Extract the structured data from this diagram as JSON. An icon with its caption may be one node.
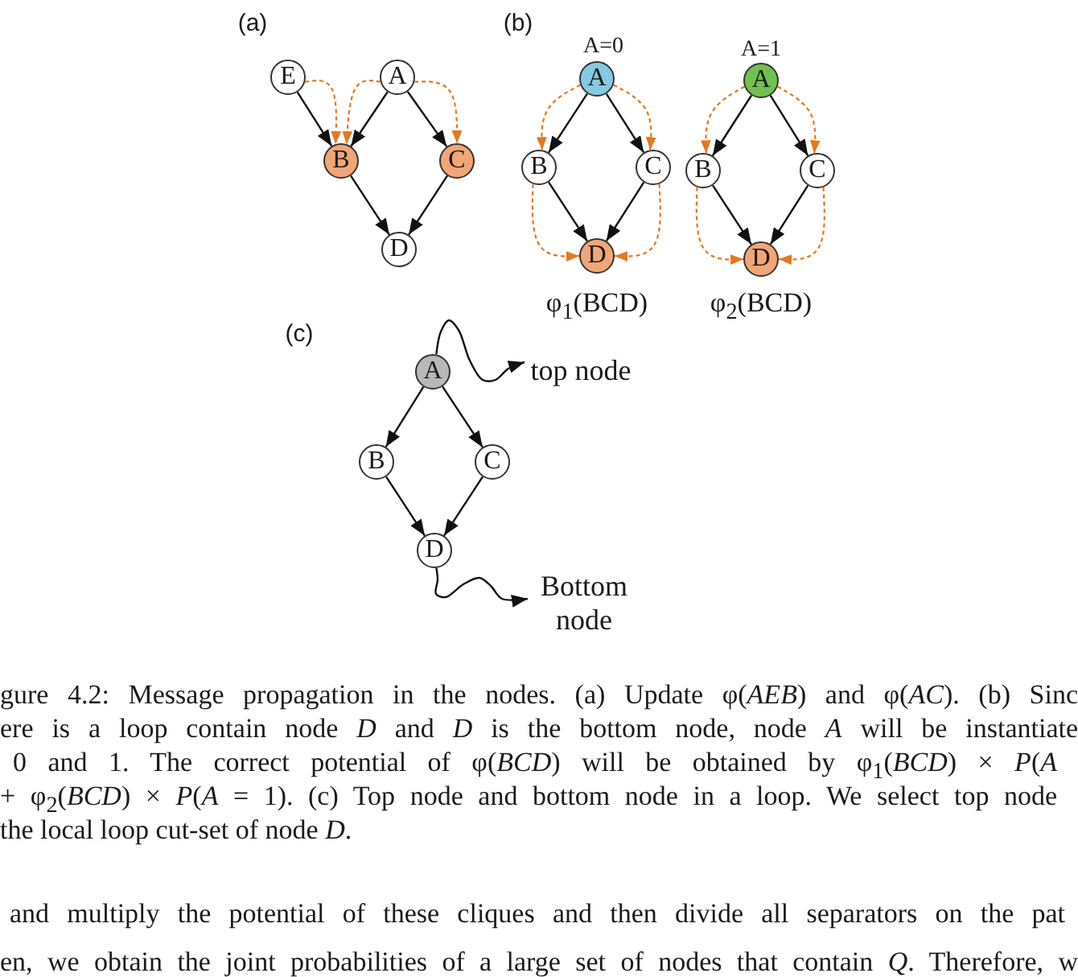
{
  "diagram": {
    "caption": "gure 4.2: Message propagation in the nodes. (a) Update φ(*AEB*) and φ(*AC*). (b) Sinc ere is a loop contain node *D* and *D* is the bottom node, node *A* will be instantiate 0 and 1. The correct potential of φ(*BCD*) will be obtained by φ$_{1}$(*BCD*) × *P*(*A* + φ$_{2}$(*BCD*) × *P*(*A* = 1). (c) Top node and bottom node in a loop. We select top node the local loop cut-set of node *D*.",
    "nodes": [
      {
        "text": [
          "E"
        ]
      },
      {
        "text": [
          "A"
        ]
      },
      {
        "text": [
          "B"
        ]
      },
      {
        "text": [
          "C"
        ]
      },
      {
        "text": [
          "D"
        ]
      },
      {
        "text": [
          "A"
        ],
        "beside": [
          "A=0"
        ]
      },
      {
        "text": [
          "B"
        ]
      },
      {
        "text": [
          "C"
        ]
      },
      {
        "text": [
          "D"
        ],
        "beside": [
          "φ$_{1}$(BCD)"
        ]
      },
      {
        "text": [
          "A"
        ],
        "beside": [
          "A=1"
        ]
      },
      {
        "text": [
          "B"
        ]
      },
      {
        "text": [
          "C"
        ]
      },
      {
        "text": [
          "D"
        ],
        "beside": [
          "φ$_{2}$(BCD)"
        ]
      },
      {
        "text": [
          "A"
        ]
      },
      {
        "text": [
          "top node"
        ]
      },
      {
        "text": [
          "B"
        ]
      },
      {
        "text": [
          "C"
        ]
      },
      {
        "text": [
          "D"
        ]
      },
      {
        "text": [
          "Bottom node"
        ]
      }
    ],
    "edges": [
      {
        "from": 0,
        "to": 2,
        "arrow": "to"
      },
      {
        "from": 1,
        "to": 2,
        "arrow": "to"
      },
      {
        "from": 1,
        "to": 3,
        "arrow": "to"
      },
      {
        "from": 2,
        "to": 4,
        "arrow": "to"
      },
      {
        "from": 3,
        "to": 4,
        "arrow": "to"
      },
      {
        "from": 0,
        "to": 2,
        "arrow": "to",
        "style": "dashed",
        "color": "#e8761f"
      },
      {
        "from": 1,
        "to": 2,
        "arrow": "to",
        "style": "dashed",
        "color": "#e8761f"
      },
      {
        "from": 1,
        "to": 3,
        "arrow": "to",
        "style": "dashed",
        "color": "#e8761f"
      },
      {
        "from": 5,
        "to": 6,
        "arrow": "to"
      },
      {
        "from": 5,
        "to": 7,
        "arrow": "to"
      },
      {
        "from": 6,
        "to": 8,
        "arrow": "to"
      },
      {
        "from": 7,
        "to": 8,
        "arrow": "to"
      },
      {
        "from": 5,
        "to": 6,
        "arrow": "to",
        "style": "dashed",
        "color": "#e8761f"
      },
      {
        "from": 5,
        "to": 7,
        "arrow": "to",
        "style": "dashed",
        "color": "#e8761f"
      },
      {
        "from": 6,
        "to": 8,
        "arrow": "to",
        "style": "dashed",
        "color": "#e8761f"
      },
      {
        "from": 7,
        "to": 8,
        "arrow": "to",
        "style": "dashed",
        "color": "#e8761f"
      },
      {
        "from": 9,
        "to": 10,
        "arrow": "to"
      },
      {
        "from": 9,
        "to": 11,
        "arrow": "to"
      },
      {
        "from": 10,
        "to": 12,
        "arrow": "to"
      },
      {
        "from": 11,
        "to": 12,
        "arrow": "to"
      },
      {
        "from": 9,
        "to": 10,
        "arrow": "to",
        "style": "dashed",
        "color": "#e8761f"
      },
      {
        "from": 9,
        "to": 11,
        "arrow": "to",
        "style": "dashed",
        "color": "#e8761f"
      },
      {
        "from": 10,
        "to": 12,
        "arrow": "to",
        "style": "dashed",
        "color": "#e8761f"
      },
      {
        "from": 11,
        "to": 12,
        "arrow": "to",
        "style": "dashed",
        "color": "#e8761f"
      },
      {
        "from": 13,
        "to": 15,
        "arrow": "to"
      },
      {
        "from": 13,
        "to": 16,
        "arrow": "to"
      },
      {
        "from": 15,
        "to": 17,
        "arrow": "to"
      },
      {
        "from": 16,
        "to": 17,
        "arrow": "to"
      },
      {
        "from": 13,
        "to": 14,
        "arrow": "to"
      },
      {
        "from": 17,
        "to": 18,
        "arrow": "to"
      }
    ],
    "labels": [
      "(a)",
      "(b)",
      "(c)",
      "and multiply the potential of these cliques and then divide all separators on the pat",
      "en, we obtain the joint probabilities of a large set of nodes that contain *Q*. Therefore, w"
    ]
  }
}
